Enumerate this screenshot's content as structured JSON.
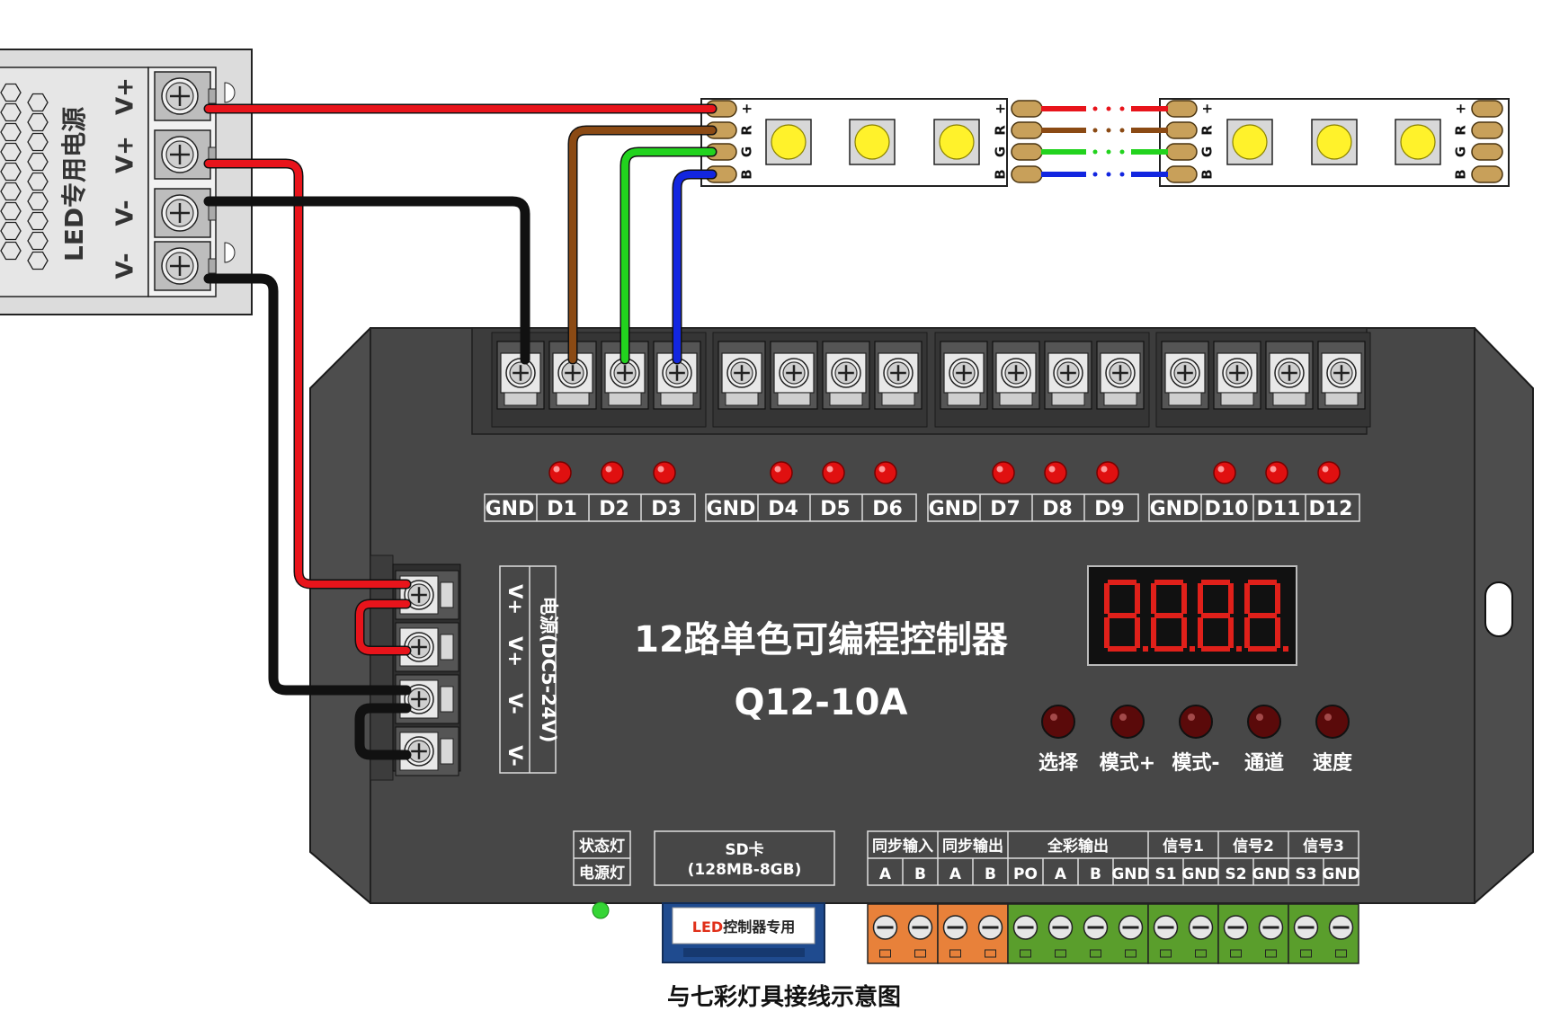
{
  "power_supply": {
    "label": "LED专用电源",
    "terminals": [
      "V+",
      "V+",
      "V-",
      "V-"
    ]
  },
  "led_strip": {
    "left_pads": [
      "+",
      "R",
      "G",
      "B"
    ],
    "right_pads": [
      "+",
      "R",
      "G",
      "B"
    ]
  },
  "controller": {
    "title": "12路单色可编程控制器",
    "model": "Q12-10A",
    "output_groups": [
      [
        "GND",
        "D1",
        "D2",
        "D3"
      ],
      [
        "GND",
        "D4",
        "D5",
        "D6"
      ],
      [
        "GND",
        "D7",
        "D8",
        "D9"
      ],
      [
        "GND",
        "D10",
        "D11",
        "D12"
      ]
    ],
    "power_input": {
      "label": "电源(DC5-24V)",
      "terminals": [
        "V+",
        "V+",
        "V-",
        "V-"
      ]
    },
    "buttons": [
      "选择",
      "模式+",
      "模式-",
      "通道",
      "速度"
    ],
    "indicators": [
      "状态灯",
      "电源灯"
    ],
    "sd": {
      "label": "SD卡",
      "capacity": "(128MB-8GB)",
      "card_text_colored": "LED",
      "card_text": "控制器专用"
    },
    "bottom_ports": {
      "groups": [
        {
          "name": "同步输入",
          "pins": [
            "A",
            "B"
          ]
        },
        {
          "name": "同步输出",
          "pins": [
            "A",
            "B"
          ]
        },
        {
          "name": "全彩输出",
          "pins": [
            "PO",
            "A",
            "B",
            "GND"
          ]
        },
        {
          "name": "信号1",
          "pins": [
            "S1",
            "GND"
          ]
        },
        {
          "name": "信号2",
          "pins": [
            "S2",
            "GND"
          ]
        },
        {
          "name": "信号3",
          "pins": [
            "S3",
            "GND"
          ]
        }
      ]
    }
  },
  "caption": "与七彩灯具接线示意图",
  "colors": {
    "wire_red": "#e8141b",
    "wire_brown": "#8b4a14",
    "wire_green": "#22d31e",
    "wire_blue": "#1226e0",
    "wire_black": "#111111",
    "controller_body": "#4a4a4a",
    "led_red": "#e01010",
    "display_red": "#e0201a",
    "terminal_orange": "#e8813a",
    "terminal_green": "#5a9e2c"
  }
}
